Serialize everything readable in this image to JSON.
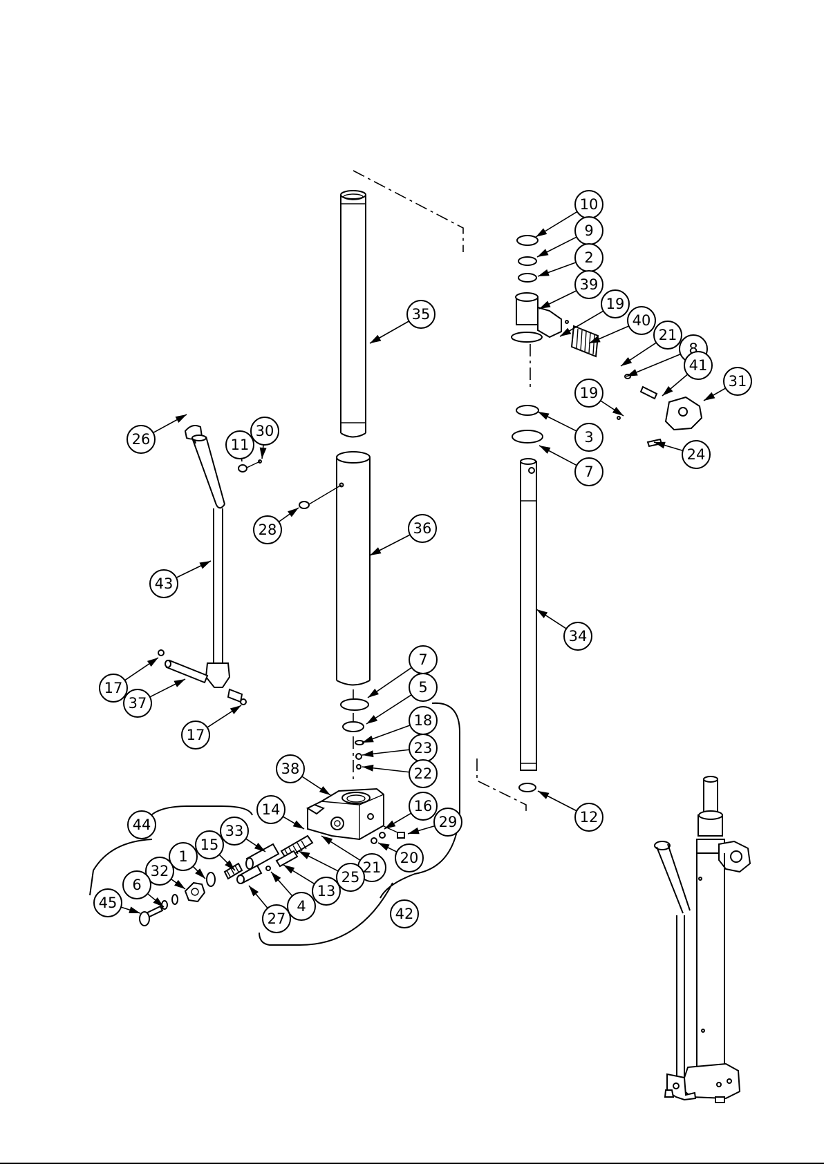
{
  "diagram": {
    "callouts": [
      "10",
      "9",
      "2",
      "39",
      "19",
      "40",
      "21",
      "8",
      "41",
      "31",
      "19",
      "24",
      "3",
      "7",
      "35",
      "26",
      "30",
      "11",
      "28",
      "36",
      "43",
      "34",
      "17",
      "37",
      "17",
      "7",
      "5",
      "18",
      "23",
      "22",
      "38",
      "44",
      "14",
      "33",
      "15",
      "1",
      "32",
      "6",
      "45",
      "16",
      "29",
      "20",
      "21",
      "25",
      "13",
      "4",
      "27",
      "42",
      "12"
    ]
  }
}
